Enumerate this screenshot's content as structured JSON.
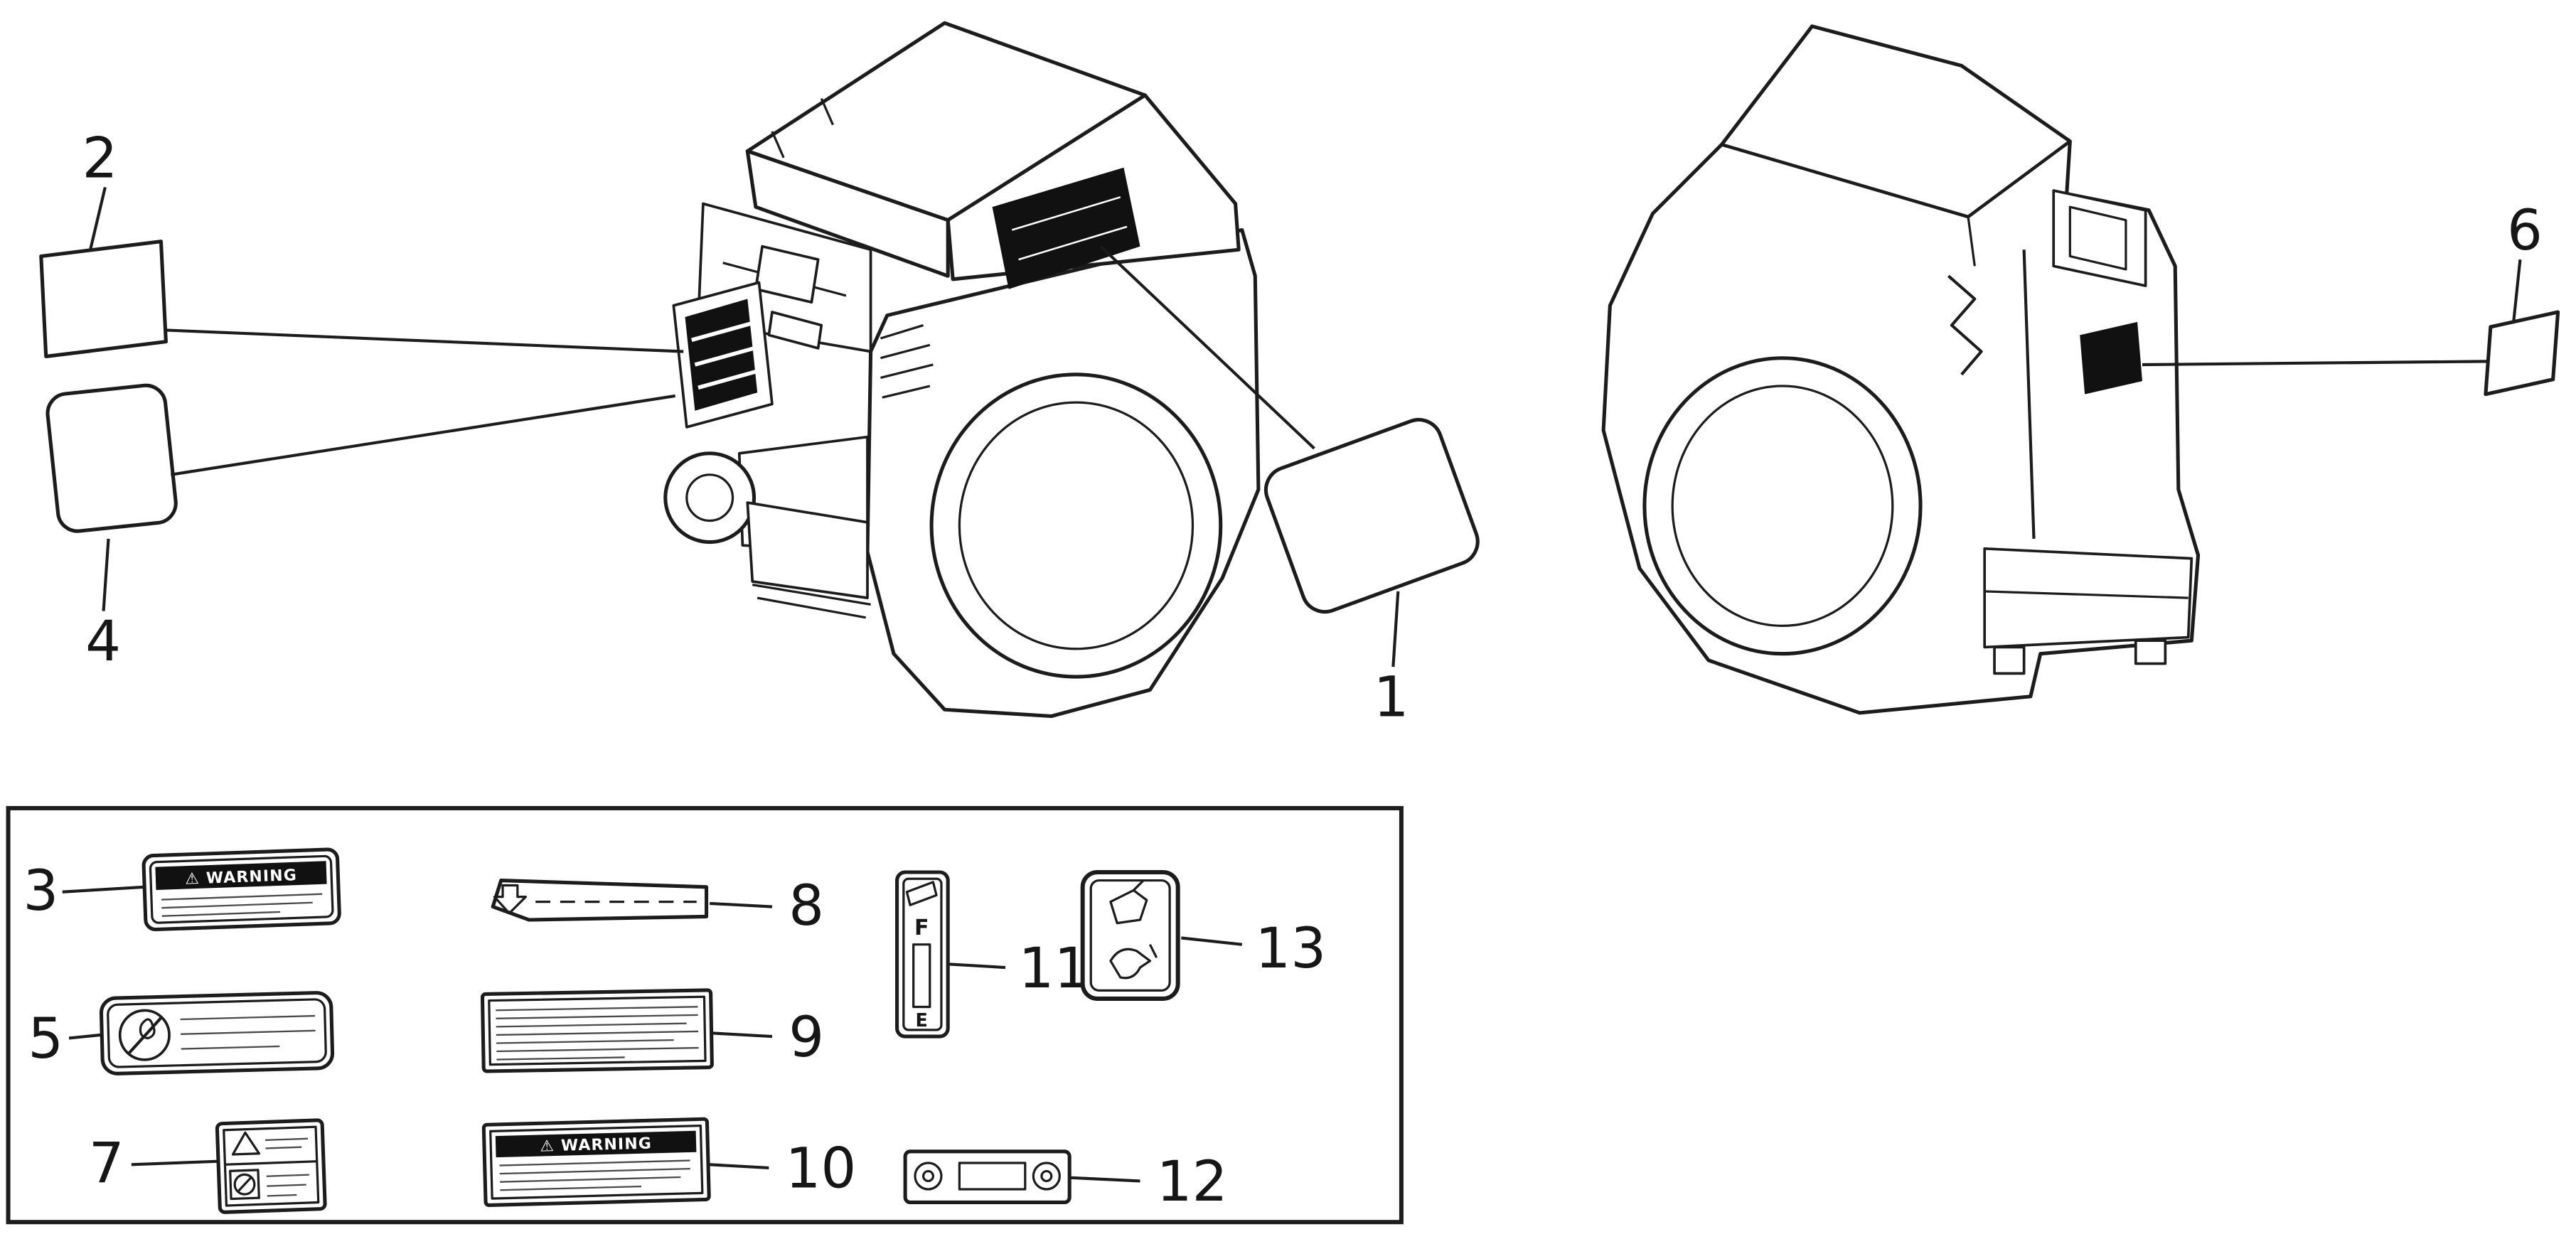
{
  "colors": {
    "background": "#ffffff",
    "line": "#1c1c1c",
    "label_fill": "#111111",
    "fine_print": "#4a4a4a"
  },
  "callouts": {
    "c1": "1",
    "c2": "2",
    "c3": "3",
    "c4": "4",
    "c5": "5",
    "c6": "6",
    "c7": "7",
    "c8": "8",
    "c9": "9",
    "c10": "10",
    "c11": "11",
    "c12": "12",
    "c13": "13"
  },
  "legend": {
    "warning_label_small": "⚠ WARNING",
    "warning_label_large": "⚠ WARNING",
    "fuel_gauge": {
      "full": "F",
      "empty": "E"
    }
  },
  "icons": {
    "warning_triangle": "⚠"
  }
}
